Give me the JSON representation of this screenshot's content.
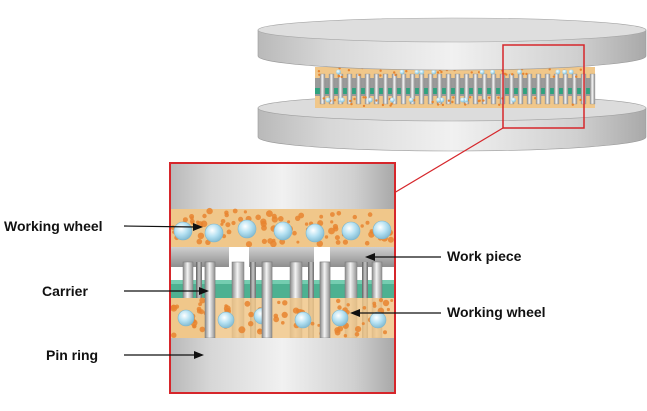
{
  "labels": {
    "working_wheel_top": "Working wheel",
    "carrier": "Carrier",
    "pin_ring": "Pin ring",
    "work_piece": "Work piece",
    "working_wheel_bottom": "Working wheel"
  },
  "colors": {
    "highlight": "#d6262b",
    "abrasive": "#f0c78a",
    "abrasive_dot": "#e7842f",
    "carrier": "#2ea37e",
    "diamond": "#a9d9ec",
    "steel_light": "#e9e9e9",
    "steel_dark": "#7d7d7d"
  }
}
